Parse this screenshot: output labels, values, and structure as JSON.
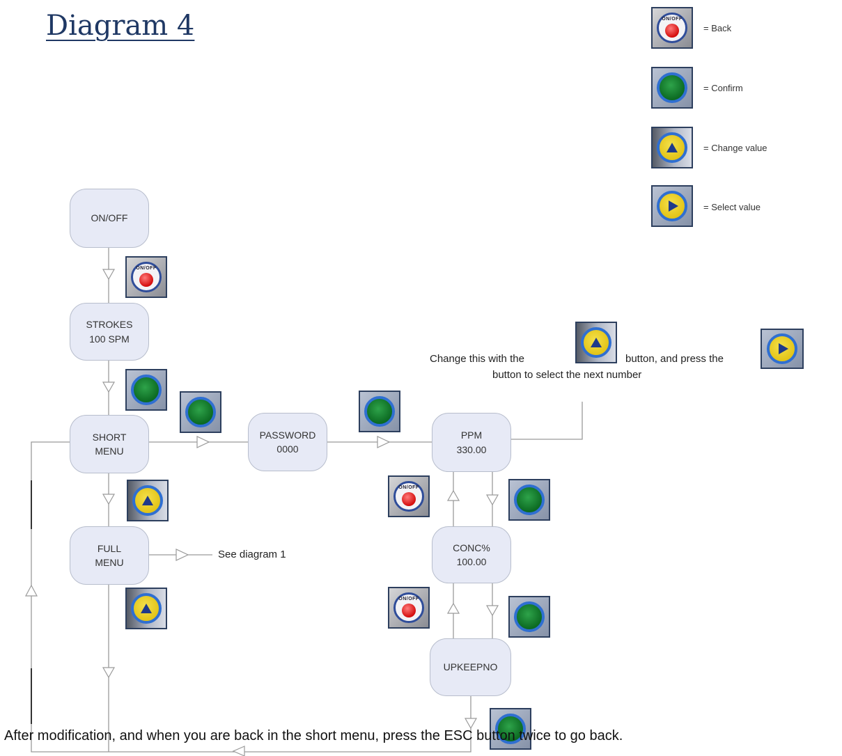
{
  "title": "Diagram 4",
  "legend": [
    {
      "icon": "back-button-icon",
      "label": "= Back"
    },
    {
      "icon": "confirm-button-icon",
      "label": "= Confirm"
    },
    {
      "icon": "change-value-button-icon",
      "label": "= Change value"
    },
    {
      "icon": "select-value-button-icon",
      "label": "= Select value"
    }
  ],
  "button_icon_text": {
    "back": "ON/OFF"
  },
  "nodes": {
    "on_off": {
      "line1": "ON/OFF"
    },
    "strokes": {
      "line1": "STROKES",
      "line2": "100 SPM"
    },
    "short_menu": {
      "line1": "SHORT",
      "line2": "MENU"
    },
    "full_menu": {
      "line1": "FULL",
      "line2": "MENU"
    },
    "password": {
      "line1": "PASSWORD",
      "line2": "0000"
    },
    "ppm": {
      "line1": "PPM",
      "line2": "330.00"
    },
    "conc": {
      "line1": "CONC%",
      "line2": "100.00"
    },
    "upkeep": {
      "line1": "UPKEEPNO"
    }
  },
  "see_diagram": "See diagram  1",
  "note": {
    "part1": "Change this with the",
    "part2": "button, and press the",
    "line2": "button to select the next number"
  },
  "caption": "After modification, and when you are back in the short menu, press the ESC button twice to go back.",
  "colors": {
    "node_fill": "#e7eaf6",
    "title": "#1f3864",
    "back_red": "#d40d0d",
    "confirm_green": "#0c6a22",
    "value_yellow": "#e3c418",
    "ring_blue": "#2f6fd1"
  }
}
